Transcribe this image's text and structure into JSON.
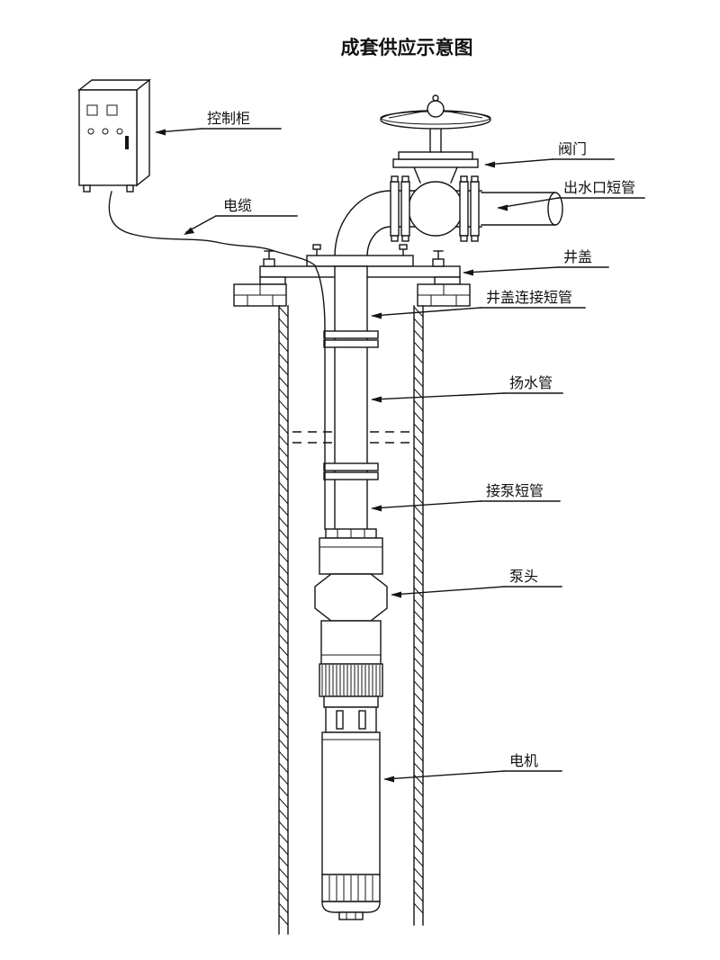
{
  "title": "成套供应示意图",
  "labels": {
    "control_cabinet": "控制柜",
    "cable": "电缆",
    "valve": "阀门",
    "outlet_short_pipe": "出水口短管",
    "well_cover": "井盖",
    "well_cover_connecting_pipe": "井盖连接短管",
    "riser_pipe": "扬水管",
    "pump_connecting_pipe": "接泵短管",
    "pump_head": "泵头",
    "motor": "电机"
  },
  "colors": {
    "line": "#141414",
    "background": "#ffffff"
  }
}
